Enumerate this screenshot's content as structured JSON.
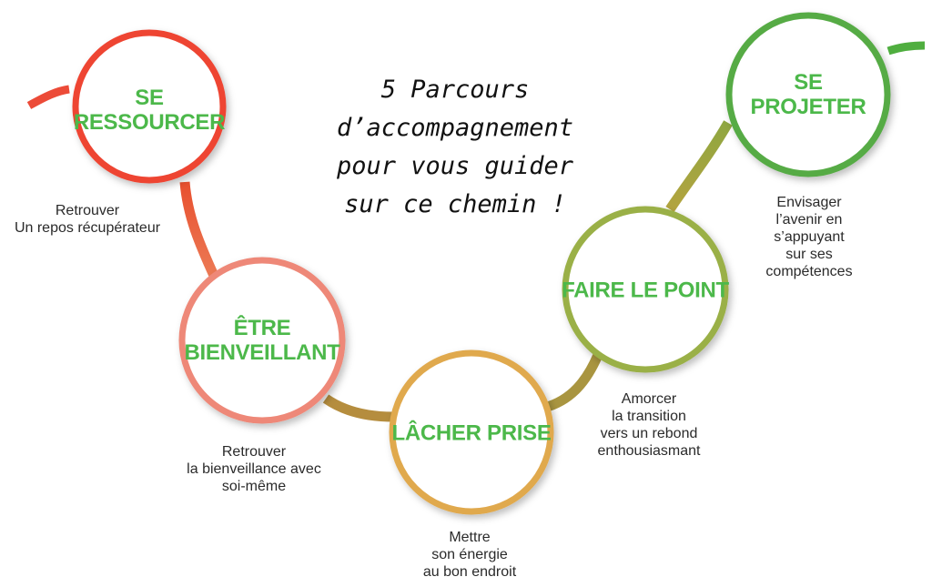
{
  "headline": "5 Parcours\nd’accompagnement\npour vous guider\nsur ce chemin !",
  "steps": [
    {
      "title": "SE\nRESSOURCER",
      "description": "Retrouver\nUn repos récupérateur",
      "color": "#ee4433"
    },
    {
      "title": "ÊTRE\nBIENVEILLANT",
      "description": "Retrouver\nla bienveillance avec\nsoi-même",
      "color": "#ee8878"
    },
    {
      "title": "LÂCHER PRISE",
      "description": "Mettre\nson énergie\nau bon endroit",
      "color": "#e0a94e"
    },
    {
      "title": "FAIRE LE POINT",
      "description": "Amorcer\nla transition\nvers un rebond\nenthousiasmant",
      "color": "#9ab046"
    },
    {
      "title": "SE PROJETER",
      "description": "Envisager\nl’avenir en\ns’appuyant\nsur ses\ncompétences",
      "color": "#57ab45"
    }
  ],
  "colors": {
    "title_text": "#4cb84a",
    "body_text": "#2a2a2a",
    "connector_red": "#e7623a",
    "connector_tan": "#b8923f",
    "connector_olive": "#a5a23e"
  }
}
